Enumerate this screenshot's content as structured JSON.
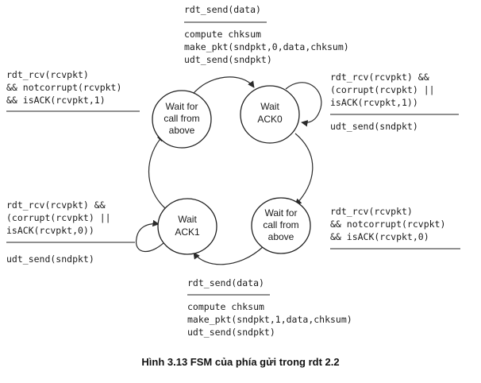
{
  "states": [
    {
      "id": "wait_call_0",
      "lines": [
        "Wait for",
        "call from",
        "above"
      ]
    },
    {
      "id": "wait_ack_0",
      "lines": [
        "Wait",
        "ACK0"
      ]
    },
    {
      "id": "wait_ack_1",
      "lines": [
        "Wait",
        "ACK1"
      ]
    },
    {
      "id": "wait_call_1",
      "lines": [
        "Wait for",
        "call from",
        "above"
      ]
    }
  ],
  "transitions": {
    "top_send": {
      "event": [
        "rdt_send(data)"
      ],
      "actions": [
        "compute chksum",
        "make_pkt(sndpkt,0,data,chksum)",
        "udt_send(sndpkt)"
      ]
    },
    "left_top_ack1": {
      "event": [
        "rdt_rcv(rcvpkt)",
        "&& notcorrupt(rcvpkt)",
        "&& isACK(rcvpkt,1)"
      ],
      "actions": []
    },
    "right_top_resend": {
      "event": [
        "rdt_rcv(rcvpkt) &&",
        "(corrupt(rcvpkt) ||",
        "isACK(rcvpkt,1))"
      ],
      "actions": [
        "udt_send(sndpkt)"
      ]
    },
    "left_bottom_resend": {
      "event": [
        "rdt_rcv(rcvpkt) &&",
        "(corrupt(rcvpkt) ||",
        "isACK(rcvpkt,0))"
      ],
      "actions": [
        "udt_send(sndpkt)"
      ]
    },
    "right_bottom_ack0": {
      "event": [
        "rdt_rcv(rcvpkt)",
        "&& notcorrupt(rcvpkt)",
        "&& isACK(rcvpkt,0)"
      ],
      "actions": []
    },
    "bottom_send": {
      "event": [
        "rdt_send(data)"
      ],
      "actions": [
        "compute chksum",
        "make_pkt(sndpkt,1,data,chksum)",
        "udt_send(sndpkt)"
      ]
    }
  },
  "caption": "Hình 3.13 FSM của phía gửi trong rdt 2.2"
}
